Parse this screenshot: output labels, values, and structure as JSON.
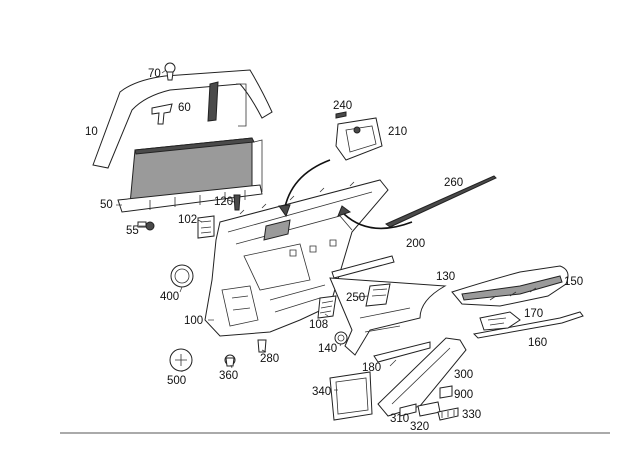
{
  "diagram": {
    "labels": {
      "p10": "10",
      "p50": "50",
      "p55": "55",
      "p60": "60",
      "p70": "70",
      "p100": "100",
      "p102": "102",
      "p108": "108",
      "p120": "120",
      "p130": "130",
      "p140": "140",
      "p150": "150",
      "p160": "160",
      "p170": "170",
      "p180": "180",
      "p200": "200",
      "p210": "210",
      "p240": "240",
      "p250": "250",
      "p260": "260",
      "p280": "280",
      "p300": "300",
      "p310": "310",
      "p320": "320",
      "p330": "330",
      "p340": "340",
      "p360": "360",
      "p400": "400",
      "p500": "500",
      "p900": "900"
    }
  }
}
